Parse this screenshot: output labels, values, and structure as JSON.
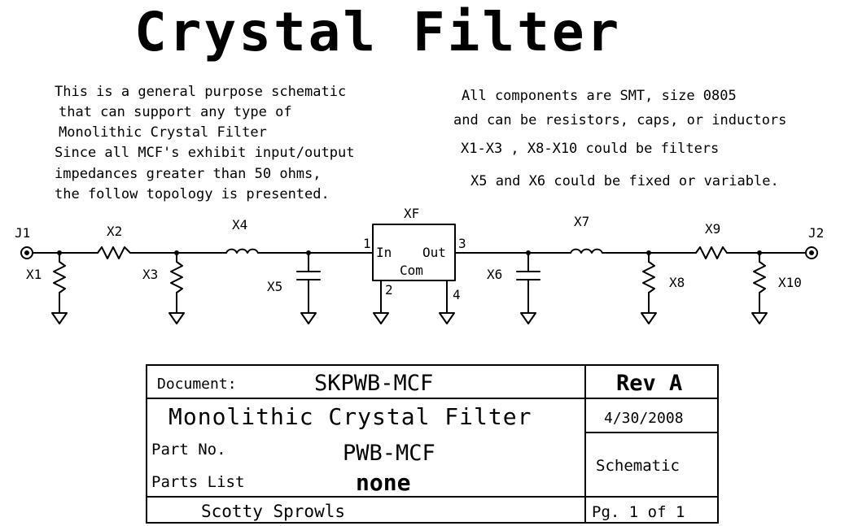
{
  "title": "Crystal Filter",
  "notes_left": [
    "This is a general purpose schematic",
    "that can support any type of",
    "Monolithic Crystal Filter",
    "Since all MCF's exhibit input/output",
    "impedances greater than 50 ohms,",
    "the follow topology is presented."
  ],
  "notes_right": [
    "All components are SMT, size 0805",
    "and can be resistors, caps, or inductors",
    "X1-X3 , X8-X10 could be filters",
    "X5 and X6 could be fixed or variable."
  ],
  "components": {
    "j1": "J1",
    "j2": "J2",
    "x1": "X1",
    "x2": "X2",
    "x3": "X3",
    "x4": "X4",
    "x5": "X5",
    "x6": "X6",
    "x7": "X7",
    "x8": "X8",
    "x9": "X9",
    "x10": "X10",
    "xf": "XF",
    "xf_in": "In",
    "xf_out": "Out",
    "xf_com": "Com",
    "pin1": "1",
    "pin2": "2",
    "pin3": "3",
    "pin4": "4"
  },
  "title_block": {
    "document_label": "Document:",
    "document": "SKPWB-MCF",
    "rev": "Rev A",
    "description": "Monolithic Crystal Filter",
    "date": "4/30/2008",
    "part_no_label": "Part No.",
    "part_no": "PWB-MCF",
    "parts_list_label": "Parts List",
    "parts_list": "none",
    "sheet_type": "Schematic",
    "author": "Scotty Sprowls",
    "page": "Pg. 1 of 1"
  }
}
